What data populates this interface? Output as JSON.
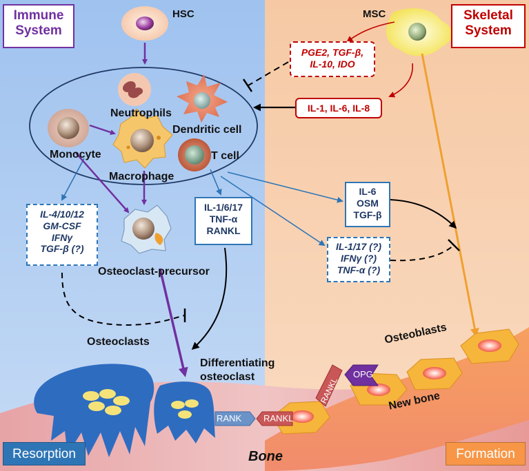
{
  "titles": {
    "immune": [
      "Immune",
      "System"
    ],
    "skeletal": [
      "Skeletal",
      "System"
    ]
  },
  "cells": {
    "hsc": "HSC",
    "msc": "MSC",
    "neutrophils": "Neutrophils",
    "dendritic": "Dendritic cell",
    "monocyte": "Monocyte",
    "t_cell": "T cell",
    "macrophage": "Macrophage",
    "osteoclast_precursor": "Osteoclast-precursor",
    "osteoclasts": "Osteoclasts",
    "differentiating": [
      "Differentiating",
      "osteoclast"
    ],
    "osteoblasts": "Osteoblasts",
    "new_bone": "New bone"
  },
  "factors": {
    "msc_inhibitory": [
      "PGE2, TGF-β,",
      "IL-10, IDO"
    ],
    "msc_stimulatory": "IL-1, IL-6, IL-8",
    "anti_osteoclast": [
      "IL-4/10/12",
      "GM-CSF",
      "IFNγ",
      "TGF-β (?)"
    ],
    "pro_osteoclast": [
      "IL-1/6/17",
      "TNF-α",
      "RANKL"
    ],
    "pro_osteoblast": [
      "IL-6",
      "OSM",
      "TGF-β"
    ],
    "anti_osteoblast": [
      "IL-1/17 (?)",
      "IFNγ (?)",
      "TNF-α (?)"
    ]
  },
  "receptors": {
    "rank": "RANK",
    "rankl_bone": "RANKL",
    "rankl_osteoblast": "RANKL",
    "opg": "OPG"
  },
  "footer": {
    "resorption": "Resorption",
    "bone": "Bone",
    "formation": "Formation"
  },
  "colors": {
    "immune_bg": "#a9c9f0",
    "skeletal_bg": "#f7cfae",
    "bone_pink": "#e9a3a0",
    "immune_title": "#7030a0",
    "skeletal_title": "#c00000",
    "osteoclast_blue": "#2e6cc0",
    "osteoblast_orange": "#f6b53b",
    "arrow_purple": "#7030a0",
    "arrow_blue": "#2e75b6",
    "arrow_orange": "#f0a030",
    "resorption_box": "#2e75b6",
    "formation_box": "#f79646"
  }
}
